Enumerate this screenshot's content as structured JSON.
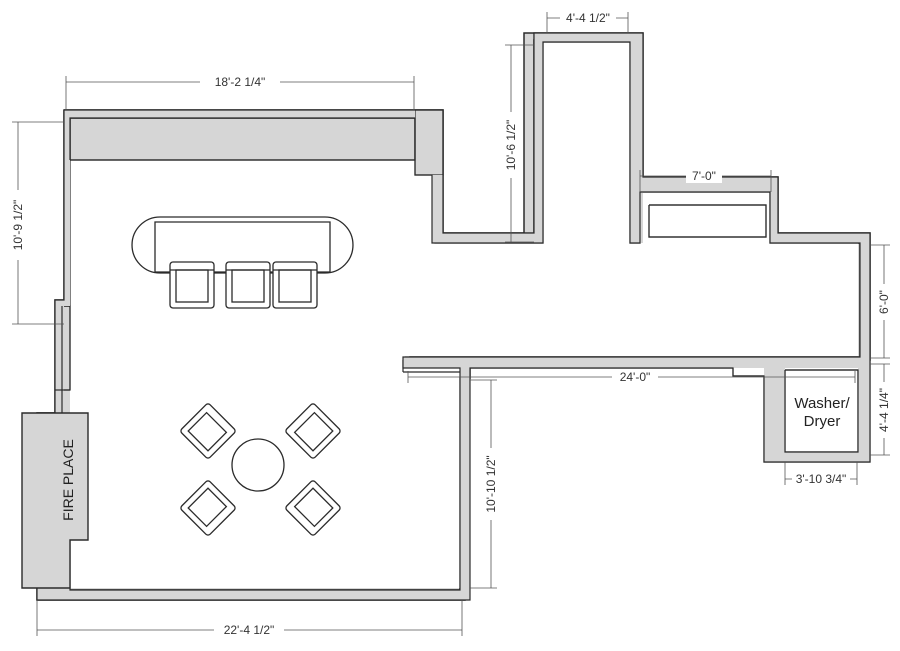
{
  "dimensions": {
    "top_width": "18'-2 1/4\"",
    "left_height": "10'-9 1/2\"",
    "closet_width": "4'-4 1/2\"",
    "closet_depth": "10'-6 1/2\"",
    "alcove_width": "7'-0\"",
    "right_height": "6'-0\"",
    "mid_width": "24'-0\"",
    "lower_height": "10'-10 1/2\"",
    "bottom_width": "22'-4 1/2\"",
    "laundry_height": "4'-4 1/4\"",
    "laundry_width": "3'-10 3/4\""
  },
  "labels": {
    "fireplace": "FIRE PLACE",
    "washer_line1": "Washer/",
    "washer_line2": "Dryer"
  }
}
